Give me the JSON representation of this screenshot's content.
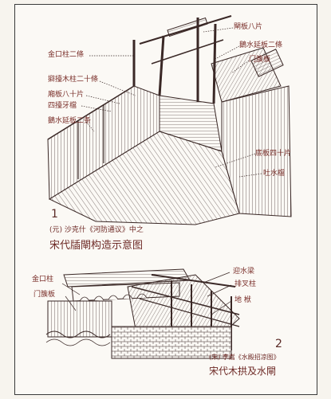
{
  "figure1": {
    "labels": {
      "top_right_1": "閘板八片",
      "top_right_2": "鵝水延板二條",
      "top_right_3": "门簇板",
      "left_1": "金口柱二條",
      "left_2": "擗擡木柱二十條",
      "left_3": "廂板八十片",
      "left_4": "四擡牙檔",
      "left_5": "鵝水延板二条",
      "right_1": "底板四十片",
      "right_2": "吐水檔"
    },
    "number": "1",
    "source": "(元) 沙克什《河防通议》中之",
    "title": "宋代牐閘构造示意图"
  },
  "figure2": {
    "labels": {
      "left_1": "金口柱",
      "left_2": "门簇板",
      "right_1": "迎水梁",
      "right_2": "排叉柱",
      "right_3": "地 栿"
    },
    "number": "2",
    "source": "(宋) 李嵩《水殿招凉图》",
    "title": "宋代木拱及水閘"
  },
  "colors": {
    "ink": "#3a2826",
    "label": "#7a2f2a",
    "paper": "#fbf9f5"
  }
}
